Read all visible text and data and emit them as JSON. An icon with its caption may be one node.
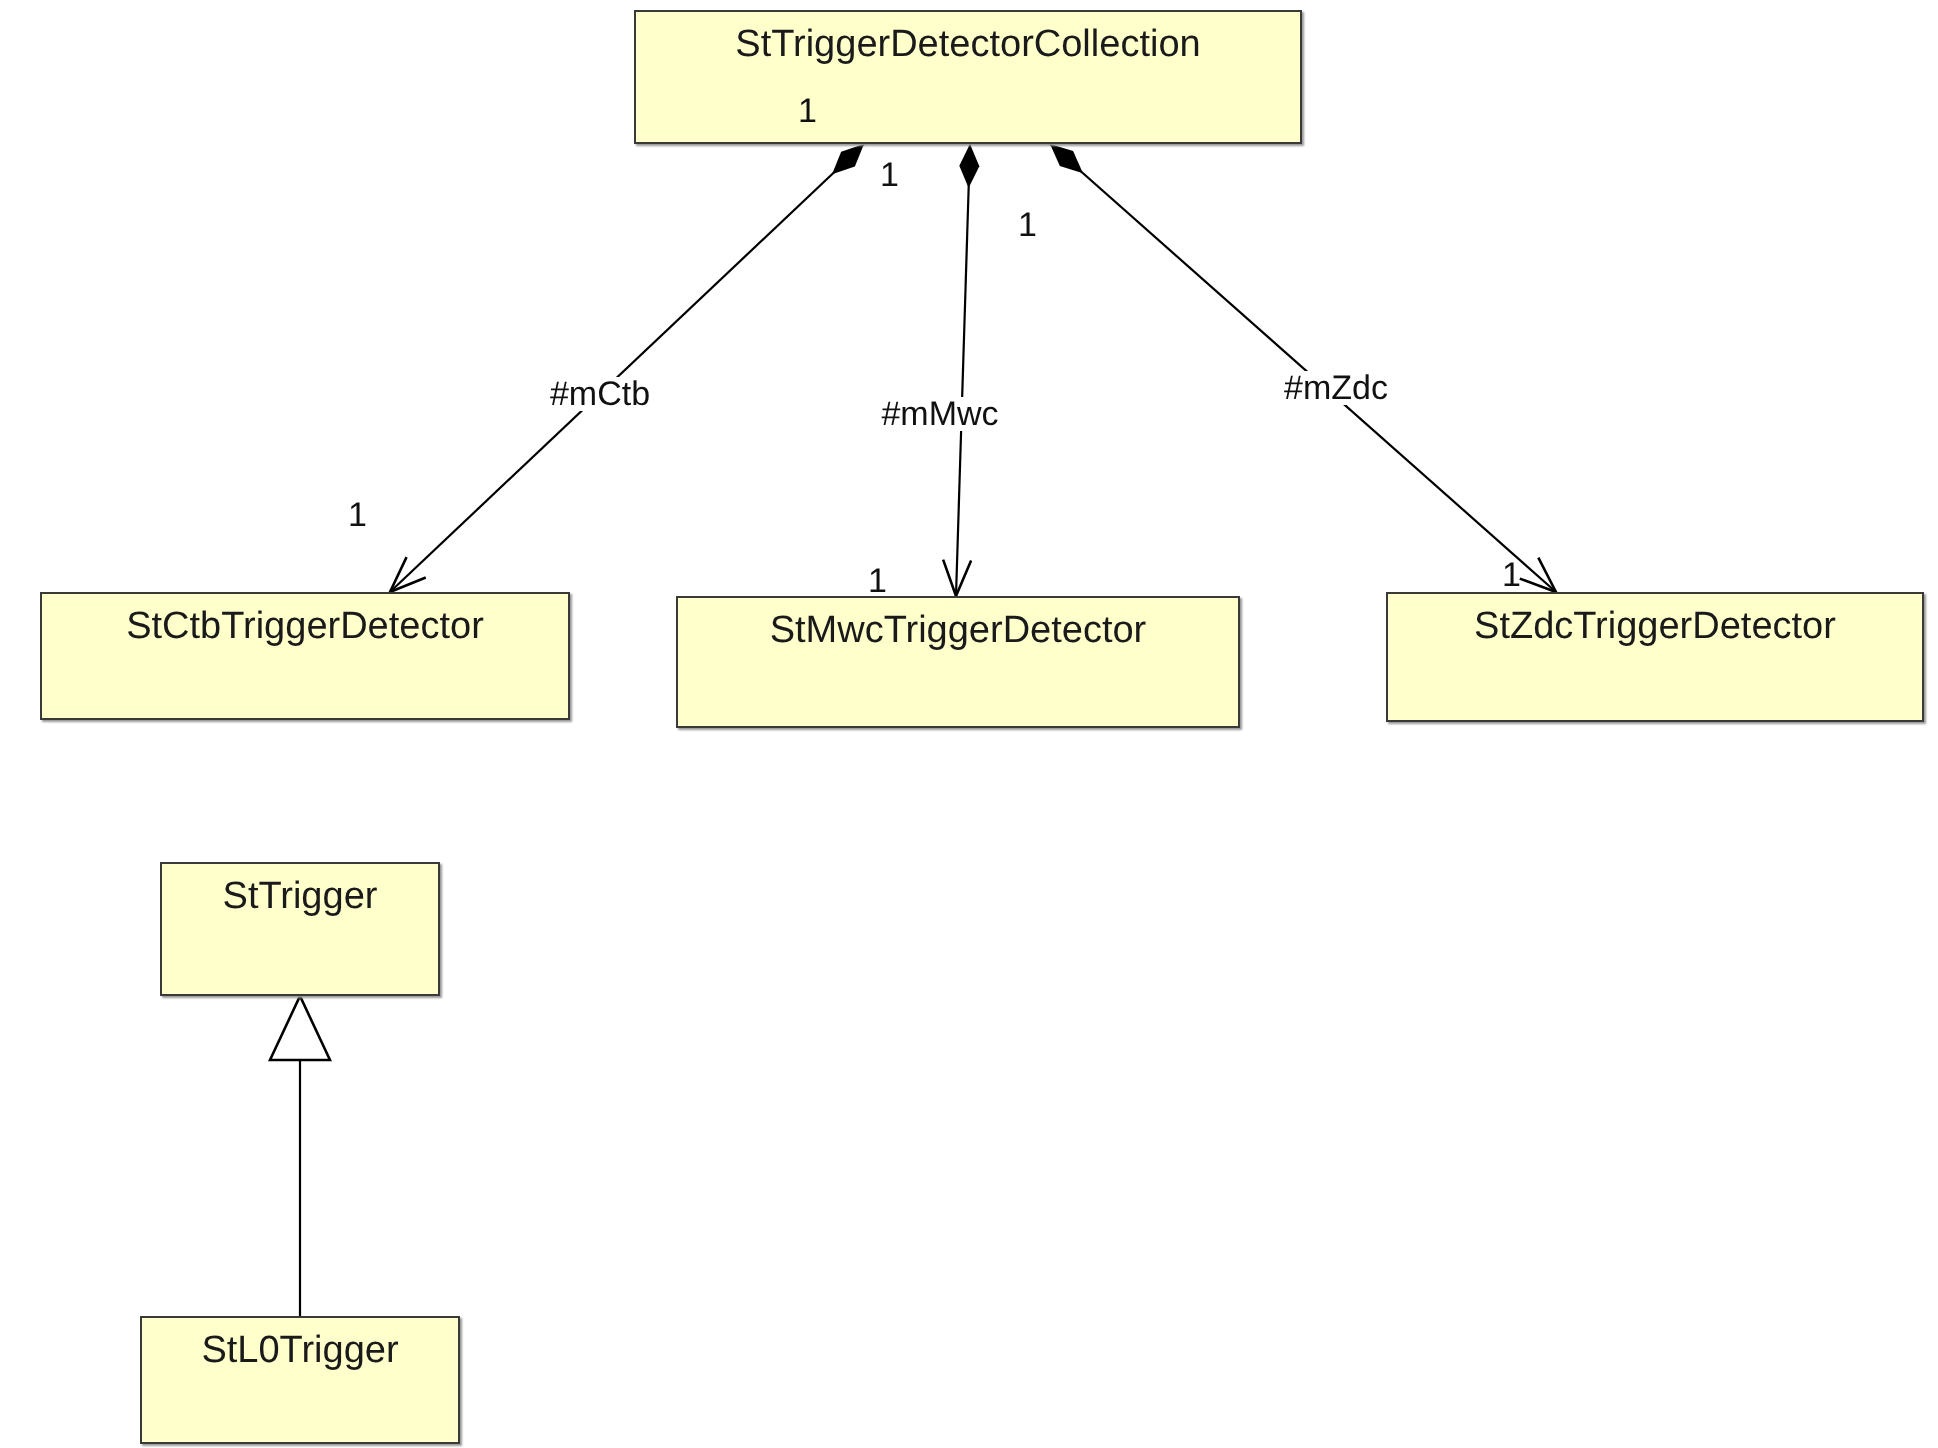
{
  "diagram": {
    "nodes": [
      {
        "text": [
          "StTriggerDetectorCollection"
        ]
      },
      {
        "text": [
          "StCtbTriggerDetector"
        ]
      },
      {
        "text": [
          "StMwcTriggerDetector"
        ]
      },
      {
        "text": [
          "StZdcTriggerDetector"
        ]
      },
      {
        "text": [
          "StTrigger"
        ]
      },
      {
        "text": [
          "StL0Trigger"
        ]
      }
    ],
    "edges": [
      {
        "from": 0,
        "to": 1,
        "arrow": "to",
        "label": "#mCtb"
      },
      {
        "from": 0,
        "to": 2,
        "arrow": "to",
        "label": "#mMwc"
      },
      {
        "from": 0,
        "to": 3,
        "arrow": "to",
        "label": "#mZdc"
      },
      {
        "from": 5,
        "to": 4,
        "arrow": "to"
      }
    ],
    "labels": [
      "1",
      "1",
      "1",
      "1",
      "1",
      "1"
    ]
  }
}
